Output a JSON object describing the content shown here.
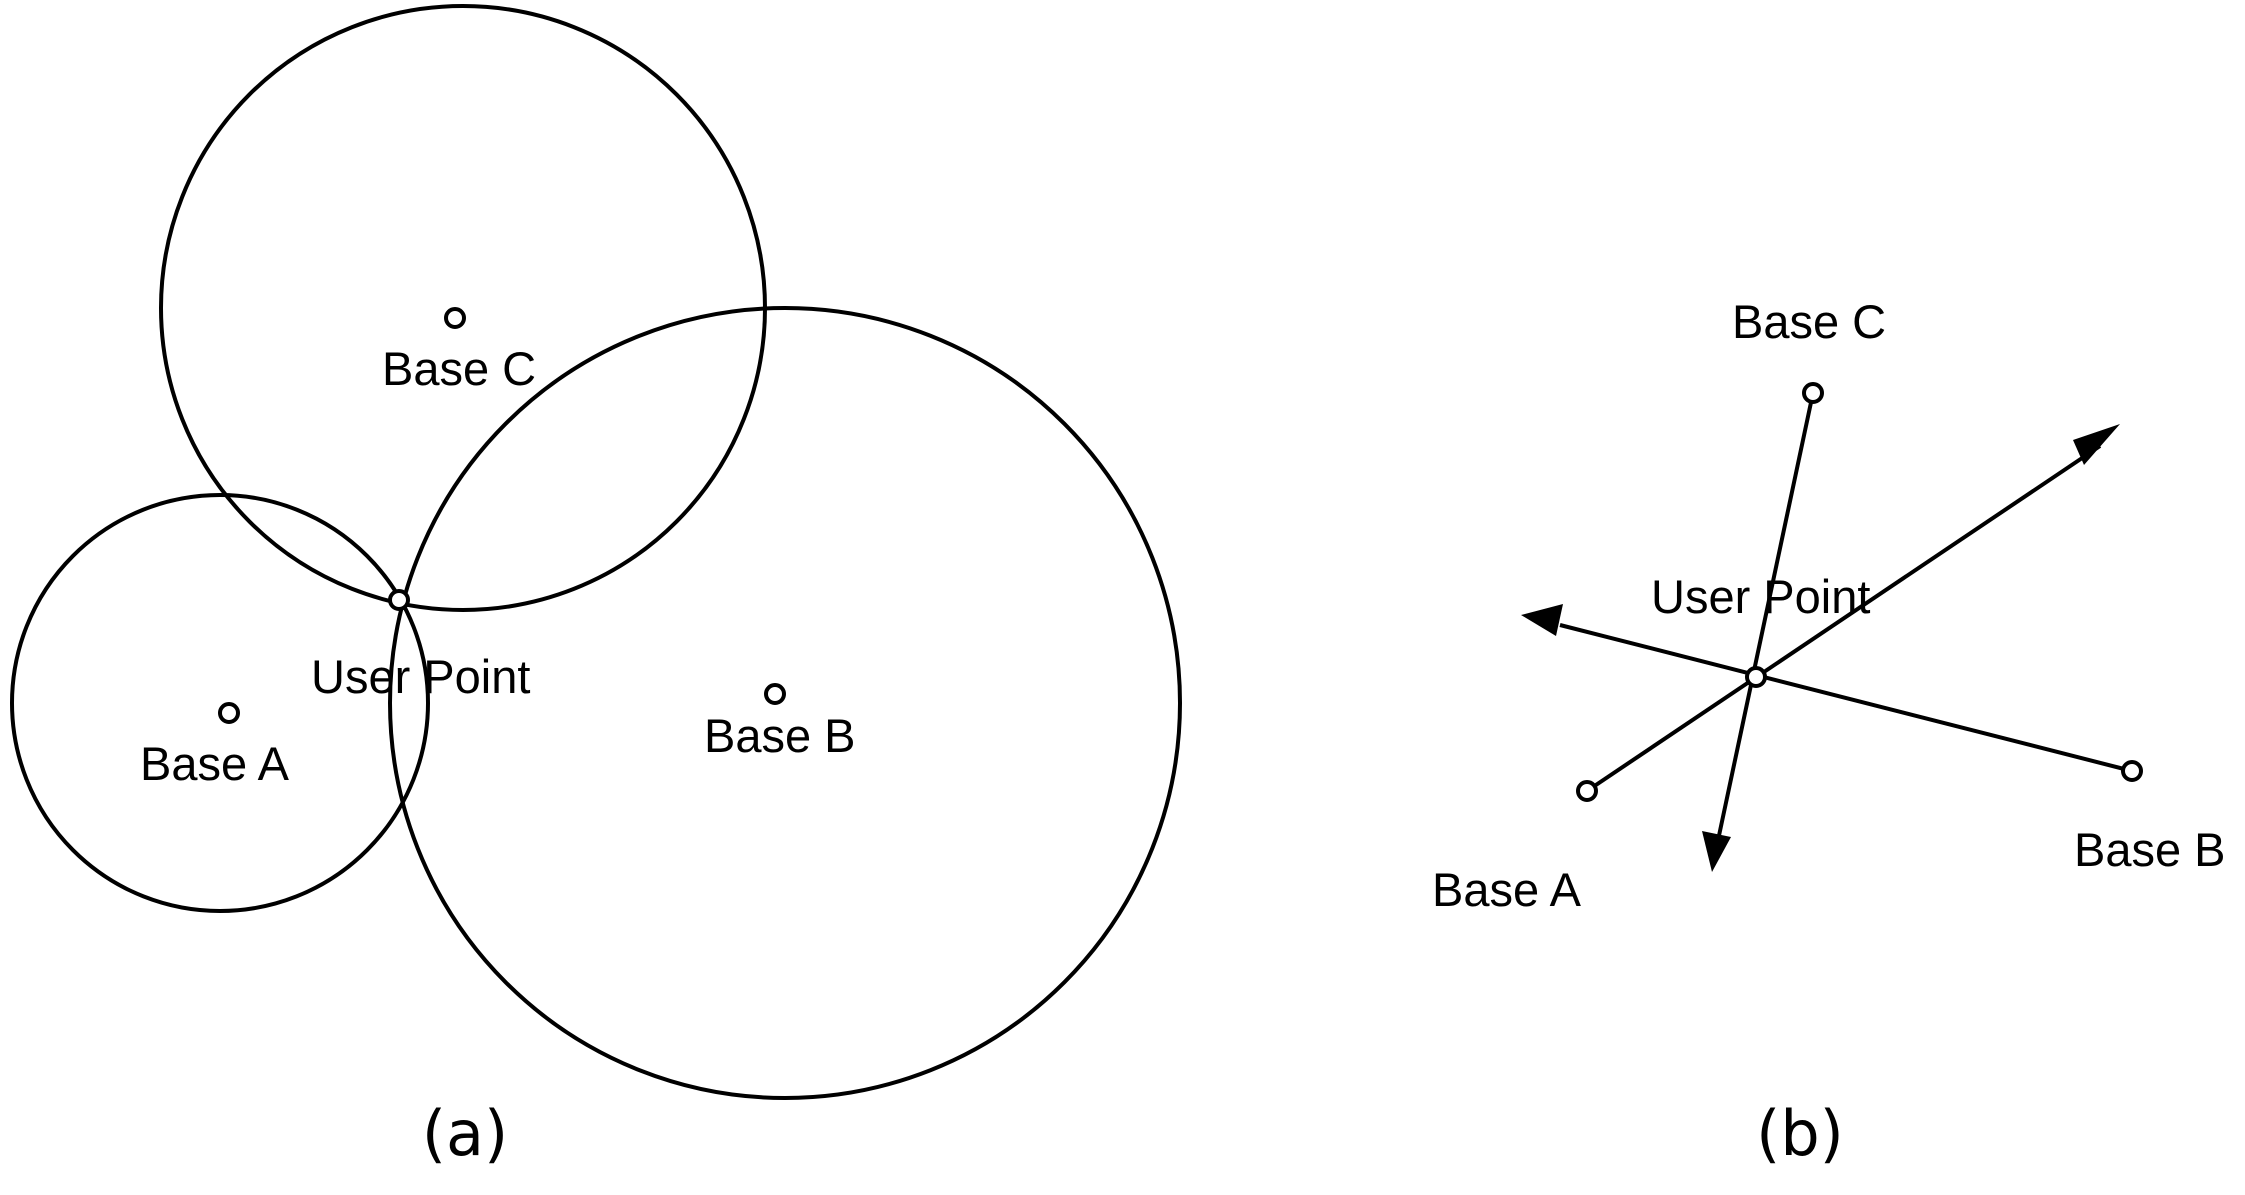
{
  "panel_a": {
    "user_point": "User Point",
    "base_a": "Base A",
    "base_b": "Base B",
    "base_c": "Base C",
    "caption": "(a)"
  },
  "panel_b": {
    "user_point": "User Point",
    "base_a": "Base A",
    "base_b": "Base B",
    "base_c": "Base C",
    "caption": "(b)"
  },
  "colors": {
    "stroke": "#000000",
    "background": "#ffffff"
  }
}
